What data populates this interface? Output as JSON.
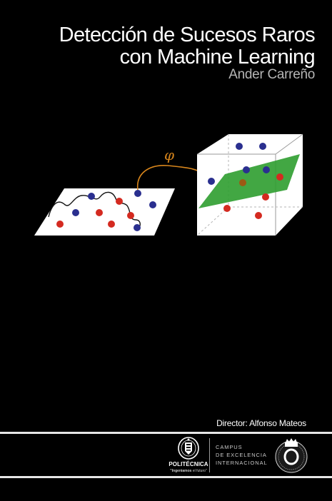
{
  "title": {
    "line1": "Detección de Sucesos Raros",
    "line2": "con Machine Learning"
  },
  "author": "Ander Carreño",
  "figure": {
    "mapping_symbol": "φ",
    "colors": {
      "plane": "#ffffff",
      "blue_point": "#2a2f8f",
      "red_point": "#d42a20",
      "arrow": "#d8861c",
      "hyperplane": "#2e9d2f"
    }
  },
  "director": "Director: Alfonso Mateos",
  "footer": {
    "university": "POLITÉCNICA",
    "tagline_bold": "\"Ingeniamos",
    "tagline_rest": " el futuro\"",
    "campus": [
      "CAMPUS",
      "DE EXCELENCIA",
      "INTERNACIONAL"
    ],
    "university_icon": "upm-crest-icon",
    "campus_icon": "cei-emblem-icon"
  }
}
